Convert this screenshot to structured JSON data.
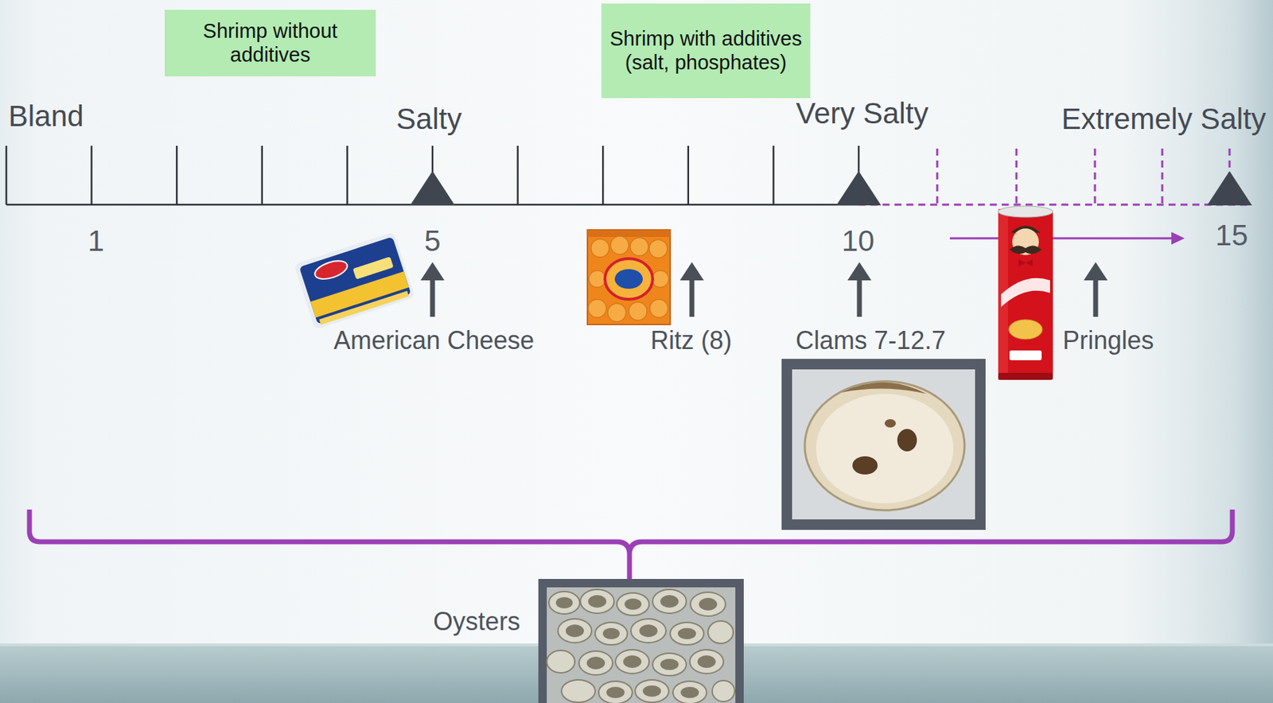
{
  "diagram": {
    "nodes": [
      {
        "text": [
          "Shrimp without additives"
        ]
      },
      {
        "text": [
          "Shrimp with additives (salt, phosphates)"
        ]
      }
    ],
    "labels": [
      "Bland",
      "Salty",
      "Very Salty",
      "Extremely Salty",
      "1",
      "5",
      "10",
      "15",
      "American Cheese",
      "Ritz (8)",
      "Clams 7-12.7",
      "Pringles",
      "Oysters"
    ]
  }
}
